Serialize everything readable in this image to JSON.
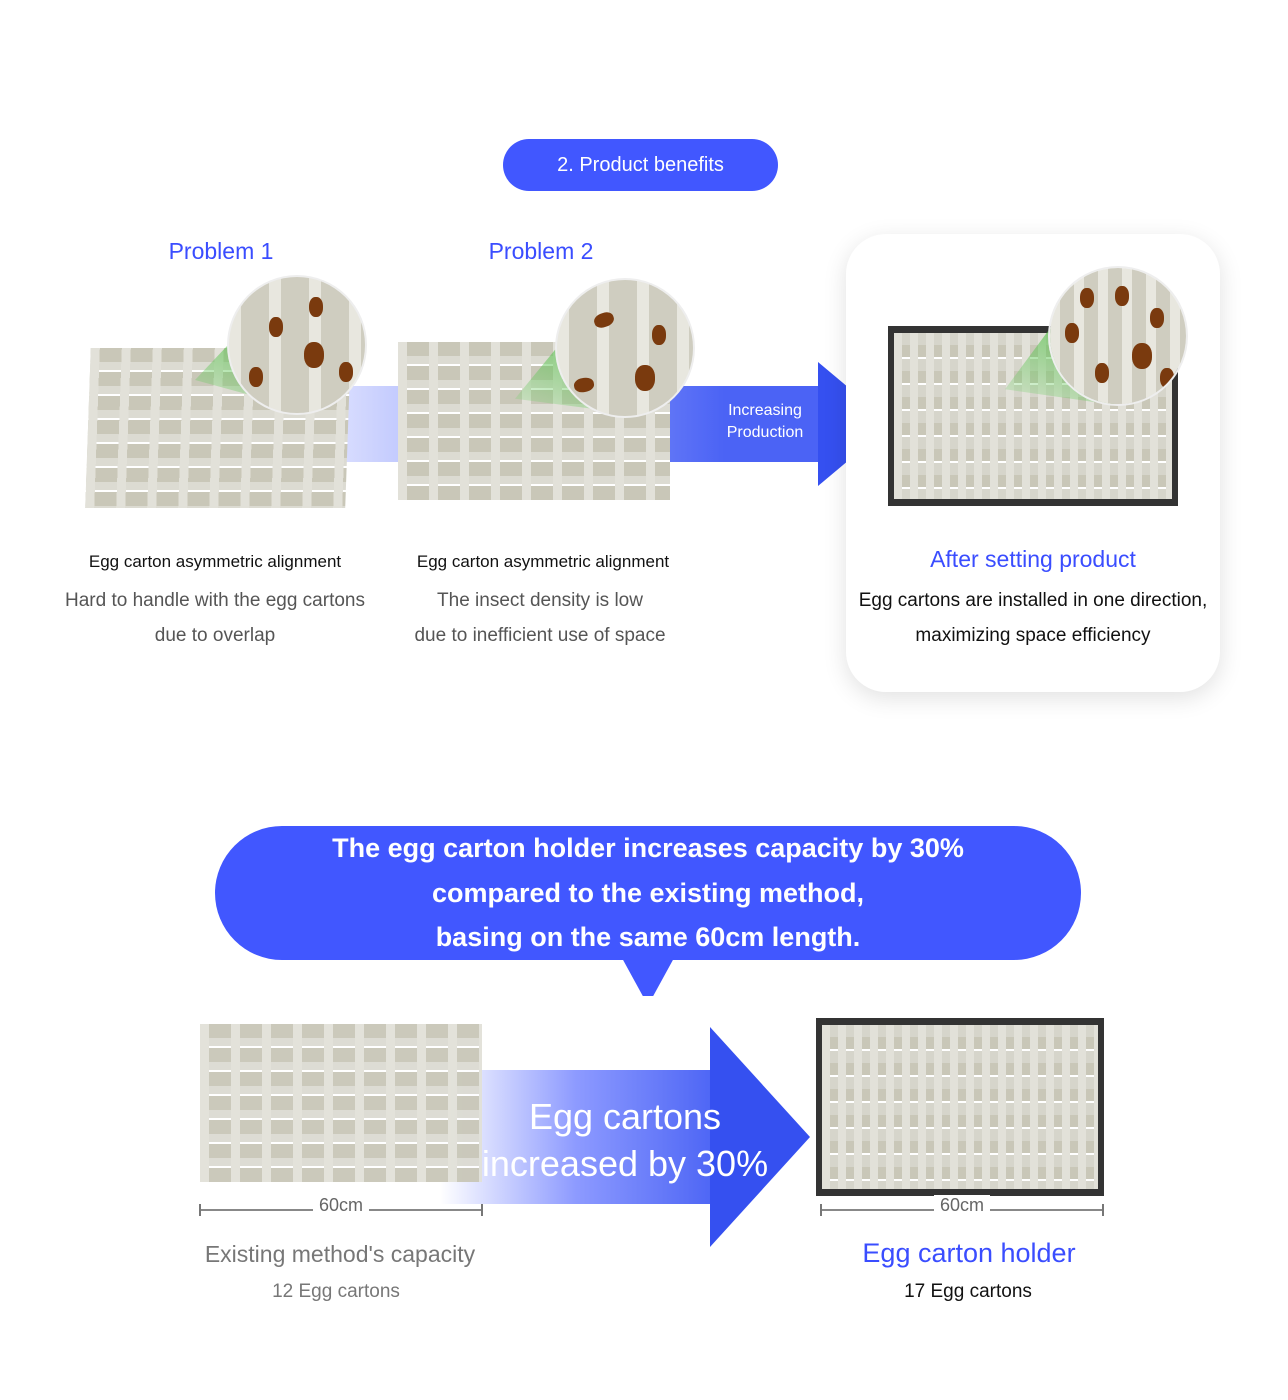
{
  "header": {
    "label": "2. Product benefits"
  },
  "problems": [
    {
      "title": "Problem 1",
      "caption": "Egg carton asymmetric alignment",
      "desc1": "Hard to handle with the egg cartons",
      "desc2": "due to overlap"
    },
    {
      "title": "Problem 2",
      "caption": "Egg carton asymmetric alignment",
      "desc1": "The insect density is low",
      "desc2": "due to inefficient use of space"
    }
  ],
  "arrow": {
    "line1": "Increasing",
    "line2": "Production"
  },
  "solution": {
    "title": "After setting product",
    "desc1": "Egg cartons are installed in one direction,",
    "desc2": "maximizing space efficiency"
  },
  "bubble": {
    "line1": "The egg carton holder increases capacity by 30%",
    "line2": "compared to the existing method,",
    "line3": "basing on the same 60cm length."
  },
  "comparison": {
    "arrow_line1": "Egg cartons",
    "arrow_line2": "increased by 30%",
    "existing": {
      "measure": "60cm",
      "title": "Existing method's capacity",
      "count": "12 Egg cartons"
    },
    "holder": {
      "measure": "60cm",
      "title": "Egg carton holder",
      "count": "17 Egg cartons"
    }
  },
  "colors": {
    "accent": "#4157ff",
    "accent_text": "#3a4dff"
  }
}
